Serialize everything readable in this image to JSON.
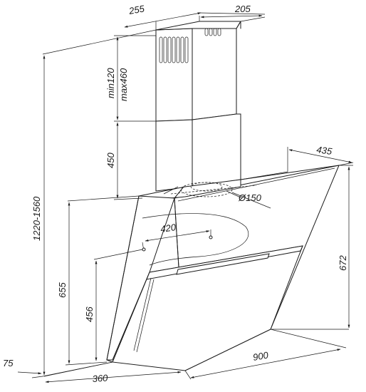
{
  "drawing": {
    "title": "",
    "dimensions": {
      "chimney_width": "255",
      "chimney_depth": "205",
      "chimney_upper_min": "min120",
      "chimney_upper_max": "max460",
      "chimney_lower": "450",
      "total_height": "1220-1560",
      "glass_depth": "435",
      "outlet_diameter": "Ø150",
      "handle_spacing": "420",
      "body_height": "655",
      "panel_height": "456",
      "glass_height": "672",
      "wall_gap": "75",
      "base_depth": "360",
      "width": "900"
    }
  }
}
